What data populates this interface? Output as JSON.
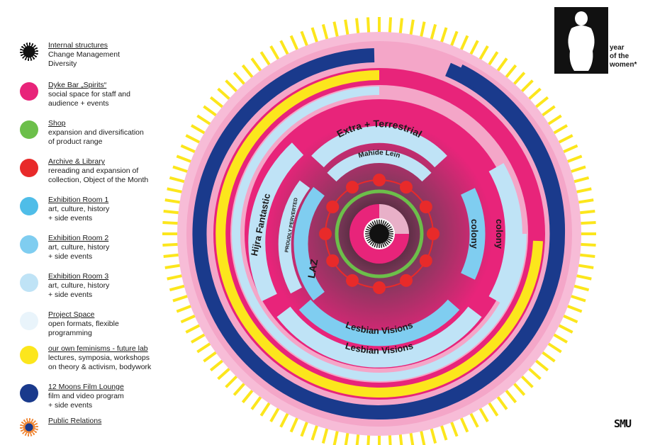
{
  "legend": [
    {
      "title": "Internal structures",
      "desc": "Change Management\nDiversity",
      "color": "#111111",
      "icon": "black-sunburst-icon"
    },
    {
      "title": "Dyke Bar „Spirits“",
      "desc": "social space for staff and\naudience + events",
      "color": "#e8247a",
      "icon": "pink-dot-icon"
    },
    {
      "title": "Shop",
      "desc": "expansion and diversification\nof product range",
      "color": "#6cbf4a",
      "icon": "green-dot-icon"
    },
    {
      "title": "Archive & Library",
      "desc": "rereading and expansion of\ncollection, Object of the Month",
      "color": "#e82a2a",
      "icon": "red-dot-icon"
    },
    {
      "title": "Exhibition Room 1",
      "desc": "art, culture, history\n+ side events",
      "color": "#4fbde8",
      "icon": "blue-dot-icon"
    },
    {
      "title": "Exhibition Room 2",
      "desc": "art, culture, history\n+ side events",
      "color": "#7fcdf0",
      "icon": "light-blue-dot-icon"
    },
    {
      "title": "Exhibition Room 3",
      "desc": "art, culture, history\n+ side events",
      "color": "#bfe3f6",
      "icon": "pale-blue-dot-icon"
    },
    {
      "title": "Project Space",
      "desc": "open formats, flexible\nprogramming",
      "color": "#e9f4fb",
      "icon": "very-pale-blue-dot-icon"
    },
    {
      "title": "our own feminisms - future lab",
      "desc": "lectures, symposia, workshops\non theory & activism, bodywork",
      "color": "#fce61c",
      "icon": "yellow-dot-icon"
    },
    {
      "title": "12 Moons Film Lounge",
      "desc": "film and video program\n+ side events",
      "color": "#1a3a8c",
      "icon": "navy-dot-icon"
    },
    {
      "title": "Public Relations",
      "desc": "",
      "color": "#f08a3a",
      "icon": "orange-sunburst-icon"
    }
  ],
  "diagram": {
    "labels": {
      "extra_terrestrial": "Extra + Terrestrial",
      "mahide_lein": "Mahide Lein",
      "hijra_fantastic": "Hijra Fantastic",
      "proudly_perverted": "PROUDLY PERVERTED",
      "laz": "LAZ",
      "colony_1": "colony",
      "colony_2": "colony",
      "lesbian_visions_1": "Lesbian Visions",
      "lesbian_visions_2": "Lesbian Visions"
    },
    "colors": {
      "navy": "#1a3a8c",
      "yellow": "#fce61c",
      "pink": "#e8247a",
      "light_pink": "#f7bcd7",
      "pale_blue": "#bfe3f6",
      "light_blue": "#7fcdf0",
      "red": "#e82a2a",
      "green": "#6cbf4a"
    }
  },
  "year_of_women": {
    "text": "year\nof the\nwomen*"
  },
  "logo": {
    "text": "SMU"
  }
}
